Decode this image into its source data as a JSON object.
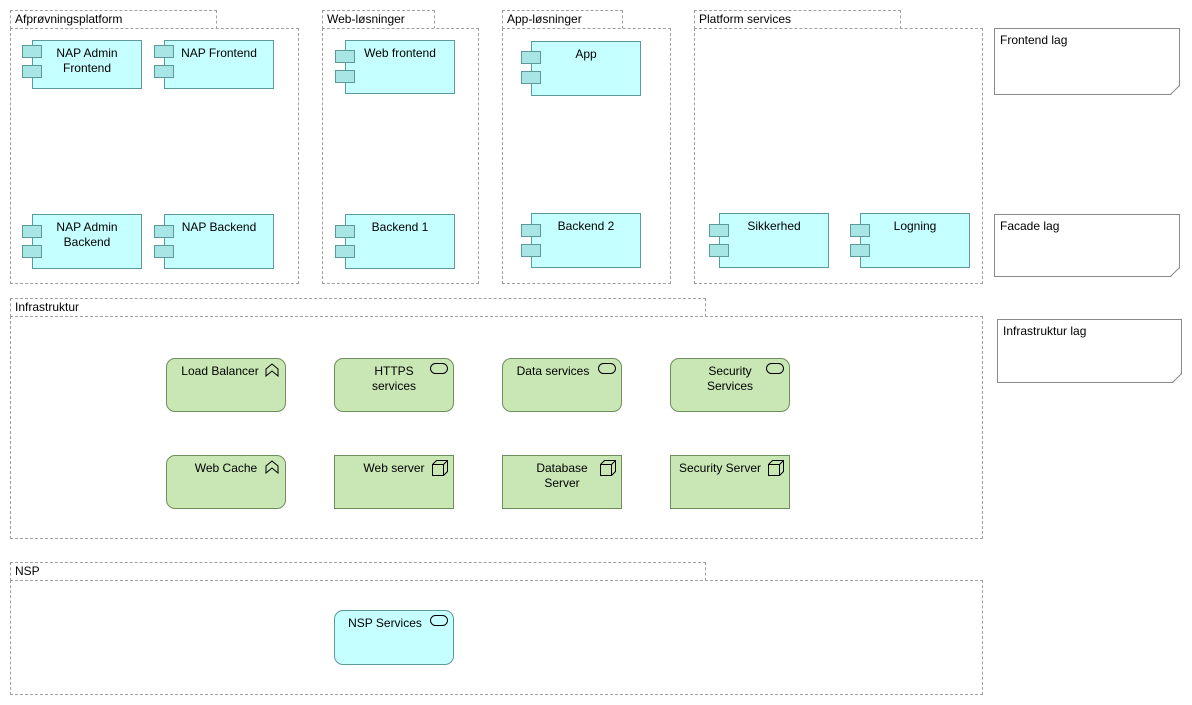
{
  "groups": {
    "afproevning": "Afprøvningsplatform",
    "web": "Web-løsninger",
    "app": "App-løsninger",
    "platform": "Platform services",
    "infra": "Infrastruktur",
    "nsp": "NSP"
  },
  "components": {
    "nap_admin_frontend": "NAP Admin Frontend",
    "nap_frontend": "NAP Frontend",
    "nap_admin_backend": "NAP Admin Backend",
    "nap_backend": "NAP Backend",
    "web_frontend": "Web frontend",
    "backend1": "Backend 1",
    "app": "App",
    "backend2": "Backend 2",
    "sikkerhed": "Sikkerhed",
    "logning": "Logning"
  },
  "infra": {
    "load_balancer": "Load Balancer",
    "https_services": "HTTPS services",
    "data_services": "Data services",
    "security_services": "Security Services",
    "web_cache": "Web Cache",
    "web_server": "Web server",
    "database_server": "Database Server",
    "security_server": "Security Server"
  },
  "nsp": {
    "nsp_services": "NSP Services"
  },
  "notes": {
    "frontend": "Frontend lag",
    "facade": "Facade lag",
    "infrastruktur": "Infrastruktur lag"
  },
  "colors": {
    "application_component": "#c6ffff",
    "technology": "#c9e6b5",
    "group_border": "#a0a0a0"
  },
  "icons": {
    "component": "component-icon",
    "function": "function-icon",
    "service": "service-icon",
    "node": "node-icon"
  }
}
